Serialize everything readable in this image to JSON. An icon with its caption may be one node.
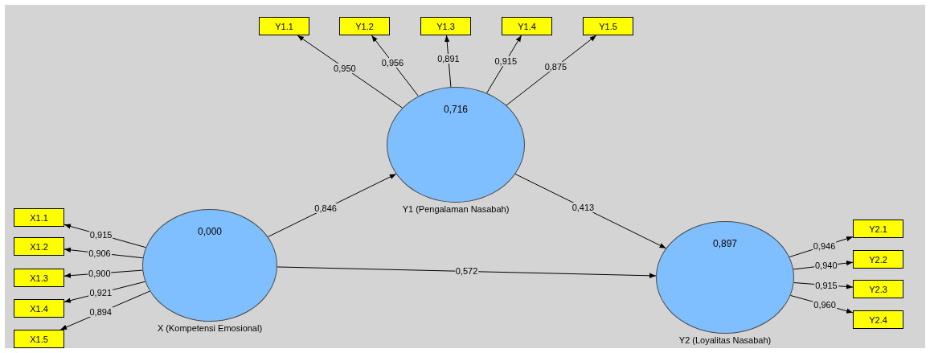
{
  "diagram": {
    "nodes": [
      {
        "text": [
          "Y1.1"
        ]
      },
      {
        "text": [
          "Y1.2"
        ]
      },
      {
        "text": [
          "Y1.3"
        ]
      },
      {
        "text": [
          "Y1.4"
        ]
      },
      {
        "text": [
          "Y1.5"
        ]
      },
      {
        "text": [
          "0,716",
          "Y1 (Pengalaman Nasabah)"
        ]
      },
      {
        "text": [
          "X1.1"
        ]
      },
      {
        "text": [
          "X1.2"
        ]
      },
      {
        "text": [
          "X1.3"
        ]
      },
      {
        "text": [
          "X1.4"
        ]
      },
      {
        "text": [
          "X1.5"
        ]
      },
      {
        "text": [
          "0,000",
          "X (Kompetensi Emosional)"
        ]
      },
      {
        "text": [
          "0,897",
          "Y2 (Loyalitas Nasabah)"
        ]
      },
      {
        "text": [
          "Y2.1"
        ]
      },
      {
        "text": [
          "Y2.2"
        ]
      },
      {
        "text": [
          "Y2.3"
        ]
      },
      {
        "text": [
          "Y2.4"
        ]
      }
    ],
    "edges": [
      {
        "from": 5,
        "to": 0,
        "arrow": "to",
        "label": "0,950"
      },
      {
        "from": 5,
        "to": 1,
        "arrow": "to",
        "label": "0,956"
      },
      {
        "from": 5,
        "to": 2,
        "arrow": "to",
        "label": "0,891"
      },
      {
        "from": 5,
        "to": 3,
        "arrow": "to",
        "label": "0,915"
      },
      {
        "from": 5,
        "to": 4,
        "arrow": "to",
        "label": "0,875"
      },
      {
        "from": 11,
        "to": 6,
        "arrow": "to",
        "label": "0,915"
      },
      {
        "from": 11,
        "to": 7,
        "arrow": "to",
        "label": "0,906"
      },
      {
        "from": 11,
        "to": 8,
        "arrow": "to",
        "label": "0,900"
      },
      {
        "from": 11,
        "to": 9,
        "arrow": "to",
        "label": "0,921"
      },
      {
        "from": 11,
        "to": 10,
        "arrow": "to",
        "label": "0,894"
      },
      {
        "from": 11,
        "to": 5,
        "arrow": "to",
        "label": "0,846"
      },
      {
        "from": 5,
        "to": 12,
        "arrow": "to",
        "label": "0,413"
      },
      {
        "from": 11,
        "to": 12,
        "arrow": "to",
        "label": "0,572"
      },
      {
        "from": 12,
        "to": 13,
        "arrow": "to",
        "label": "0,946"
      },
      {
        "from": 12,
        "to": 14,
        "arrow": "to",
        "label": "0,940"
      },
      {
        "from": 12,
        "to": 15,
        "arrow": "to",
        "label": "0,915"
      },
      {
        "from": 12,
        "to": 16,
        "arrow": "to",
        "label": "0,960"
      }
    ]
  }
}
